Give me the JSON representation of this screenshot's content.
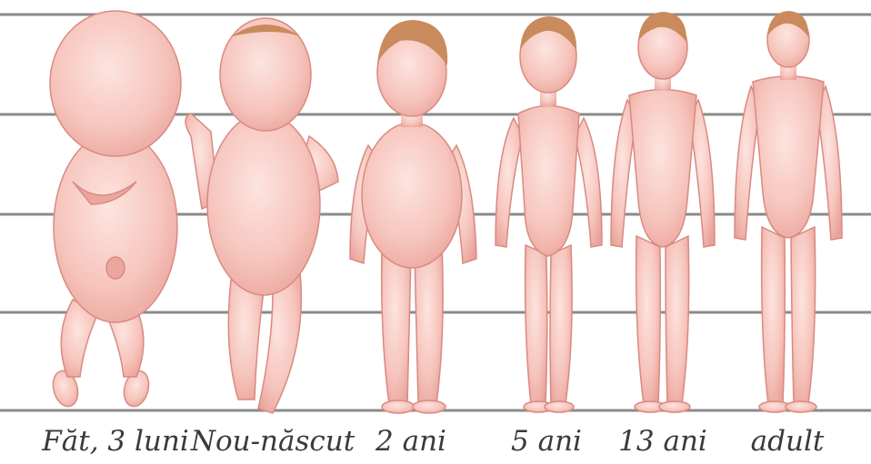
{
  "colors": {
    "line": "#8a8a8a",
    "skin_fill": "#f6c5bd",
    "skin_edge": "#d98a82",
    "skin_shade": "#eba79f",
    "hair": "#c98a5c"
  },
  "figures": [
    {
      "id": "fetus",
      "label": "Făt, 3 luni"
    },
    {
      "id": "newborn",
      "label": "Nou-născut"
    },
    {
      "id": "age-2",
      "label": "2 ani"
    },
    {
      "id": "age-5",
      "label": "5 ani"
    },
    {
      "id": "age-13",
      "label": "13 ani"
    },
    {
      "id": "adult",
      "label": "adult"
    }
  ]
}
